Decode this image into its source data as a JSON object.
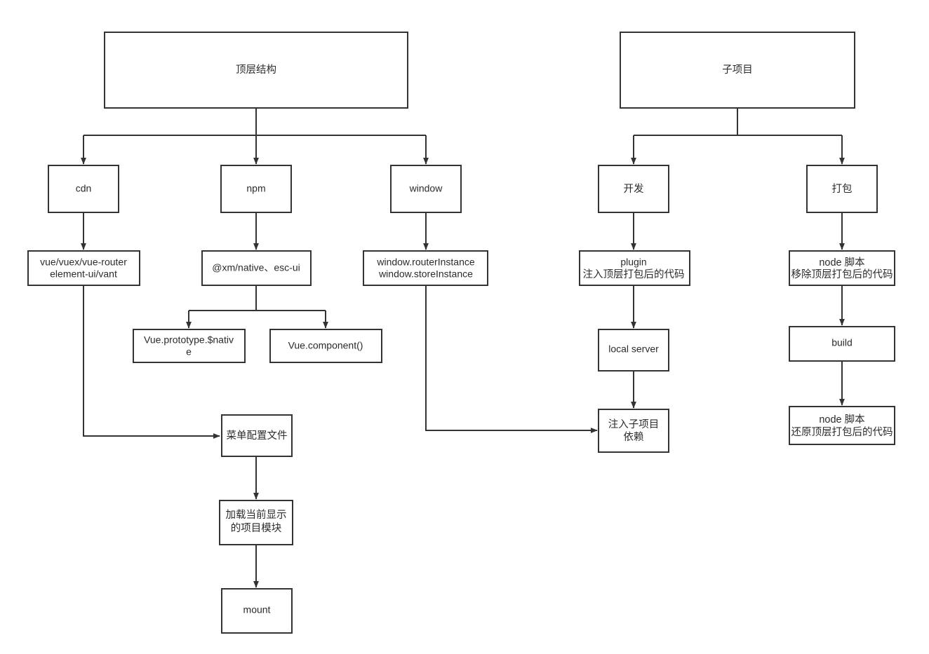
{
  "diagram": {
    "title": "",
    "background_color": "#ffffff",
    "border_color": "#333333",
    "text_color": "#2b2b2b",
    "nodes": {
      "top_structure": {
        "label": "顶层结构"
      },
      "sub_project": {
        "label": "子项目"
      },
      "cdn": {
        "label": "cdn"
      },
      "npm": {
        "label": "npm"
      },
      "window": {
        "label": "window"
      },
      "dev": {
        "label": "开发"
      },
      "pack": {
        "label": "打包"
      },
      "cdn_libs_line1": {
        "label": "vue/vuex/vue-router"
      },
      "cdn_libs_line2": {
        "label": "element-ui/vant"
      },
      "npm_pkgs": {
        "label": "@xm/native、esc-ui"
      },
      "window_instances_line1": {
        "label": "window.routerInstance"
      },
      "window_instances_line2": {
        "label": "window.storeInstance"
      },
      "plugin_line1": {
        "label": "plugin"
      },
      "plugin_line2": {
        "label": "注入顶层打包后的代码"
      },
      "node_script_remove_line1": {
        "label": "node 脚本"
      },
      "node_script_remove_line2": {
        "label": "移除顶层打包后的代码"
      },
      "vue_prototype_line1": {
        "label": "Vue.prototype.$nativ"
      },
      "vue_prototype_line2": {
        "label": "e"
      },
      "vue_component": {
        "label": "Vue.component()"
      },
      "local_server": {
        "label": "local server"
      },
      "build": {
        "label": "build"
      },
      "menu_config": {
        "label": "菜单配置文件"
      },
      "inject_sub_project_line1": {
        "label": "注入子项目"
      },
      "inject_sub_project_line2": {
        "label": "依赖"
      },
      "node_script_restore_line1": {
        "label": "node 脚本"
      },
      "node_script_restore_line2": {
        "label": "还原顶层打包后的代码"
      },
      "load_current_module_line1": {
        "label": "加载当前显示"
      },
      "load_current_module_line2": {
        "label": "的项目模块"
      },
      "mount": {
        "label": "mount"
      }
    },
    "edges": [
      {
        "from": "top_structure",
        "to": "cdn"
      },
      {
        "from": "top_structure",
        "to": "npm"
      },
      {
        "from": "top_structure",
        "to": "window"
      },
      {
        "from": "cdn",
        "to": "cdn_libs"
      },
      {
        "from": "npm",
        "to": "npm_pkgs"
      },
      {
        "from": "window",
        "to": "window_instances"
      },
      {
        "from": "npm_pkgs",
        "to": "vue_prototype"
      },
      {
        "from": "npm_pkgs",
        "to": "vue_component"
      },
      {
        "from": "cdn_libs",
        "to": "menu_config"
      },
      {
        "from": "menu_config",
        "to": "load_current_module"
      },
      {
        "from": "load_current_module",
        "to": "mount"
      },
      {
        "from": "window_instances",
        "to": "inject_sub_project"
      },
      {
        "from": "sub_project",
        "to": "dev"
      },
      {
        "from": "sub_project",
        "to": "pack"
      },
      {
        "from": "dev",
        "to": "plugin"
      },
      {
        "from": "plugin",
        "to": "local_server"
      },
      {
        "from": "local_server",
        "to": "inject_sub_project"
      },
      {
        "from": "pack",
        "to": "node_script_remove"
      },
      {
        "from": "node_script_remove",
        "to": "build"
      },
      {
        "from": "build",
        "to": "node_script_restore"
      }
    ]
  }
}
